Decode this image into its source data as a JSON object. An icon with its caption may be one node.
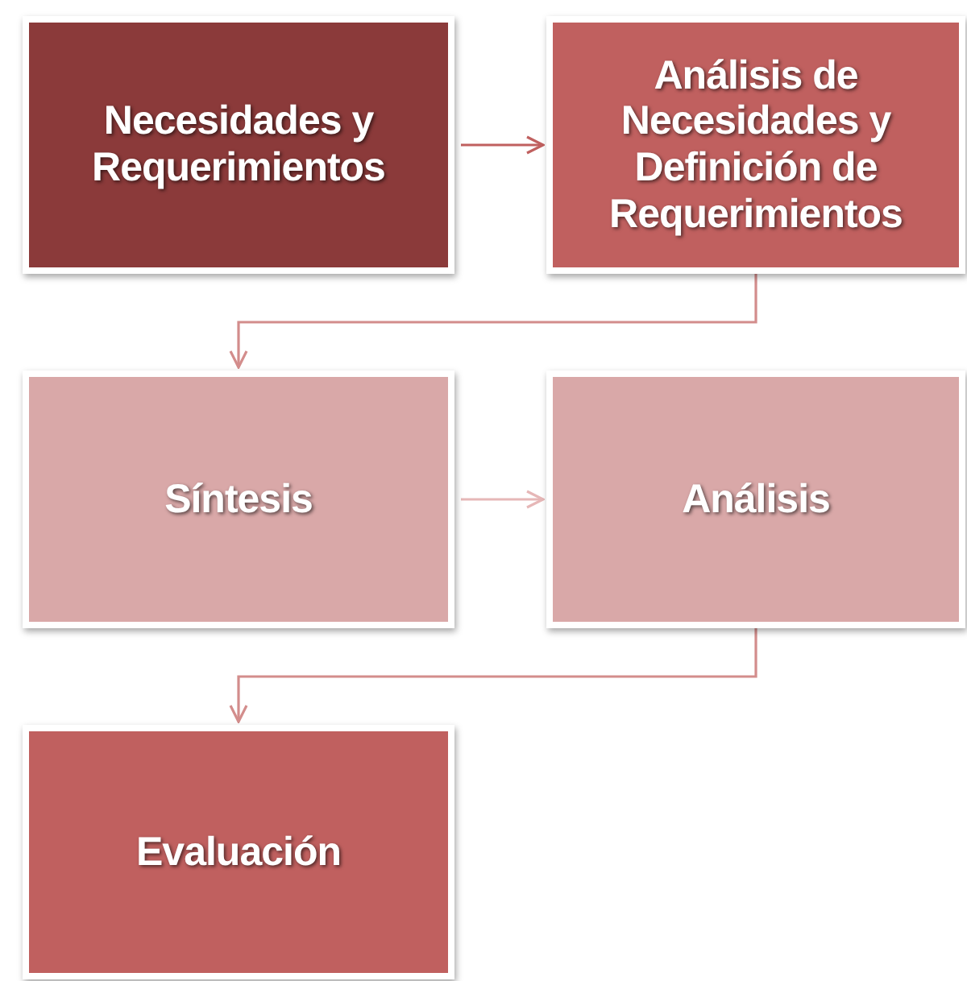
{
  "diagram": {
    "nodes": [
      {
        "text": [
          "Necesidades y Requerimientos"
        ]
      },
      {
        "text": [
          "Análisis de Necesidades y Definición de Requerimientos"
        ]
      },
      {
        "text": [
          "Síntesis"
        ]
      },
      {
        "text": [
          "Análisis"
        ]
      },
      {
        "text": [
          "Evaluación"
        ]
      }
    ],
    "edges": [
      {
        "from": 0,
        "to": 1,
        "arrow": "to",
        "color": "#c0605f"
      },
      {
        "from": 1,
        "to": 2,
        "arrow": "to",
        "color": "#d38d8c"
      },
      {
        "from": 2,
        "to": 3,
        "arrow": "to",
        "color": "#e6b7b7"
      },
      {
        "from": 3,
        "to": 4,
        "arrow": "to",
        "color": "#d38d8c"
      }
    ]
  }
}
